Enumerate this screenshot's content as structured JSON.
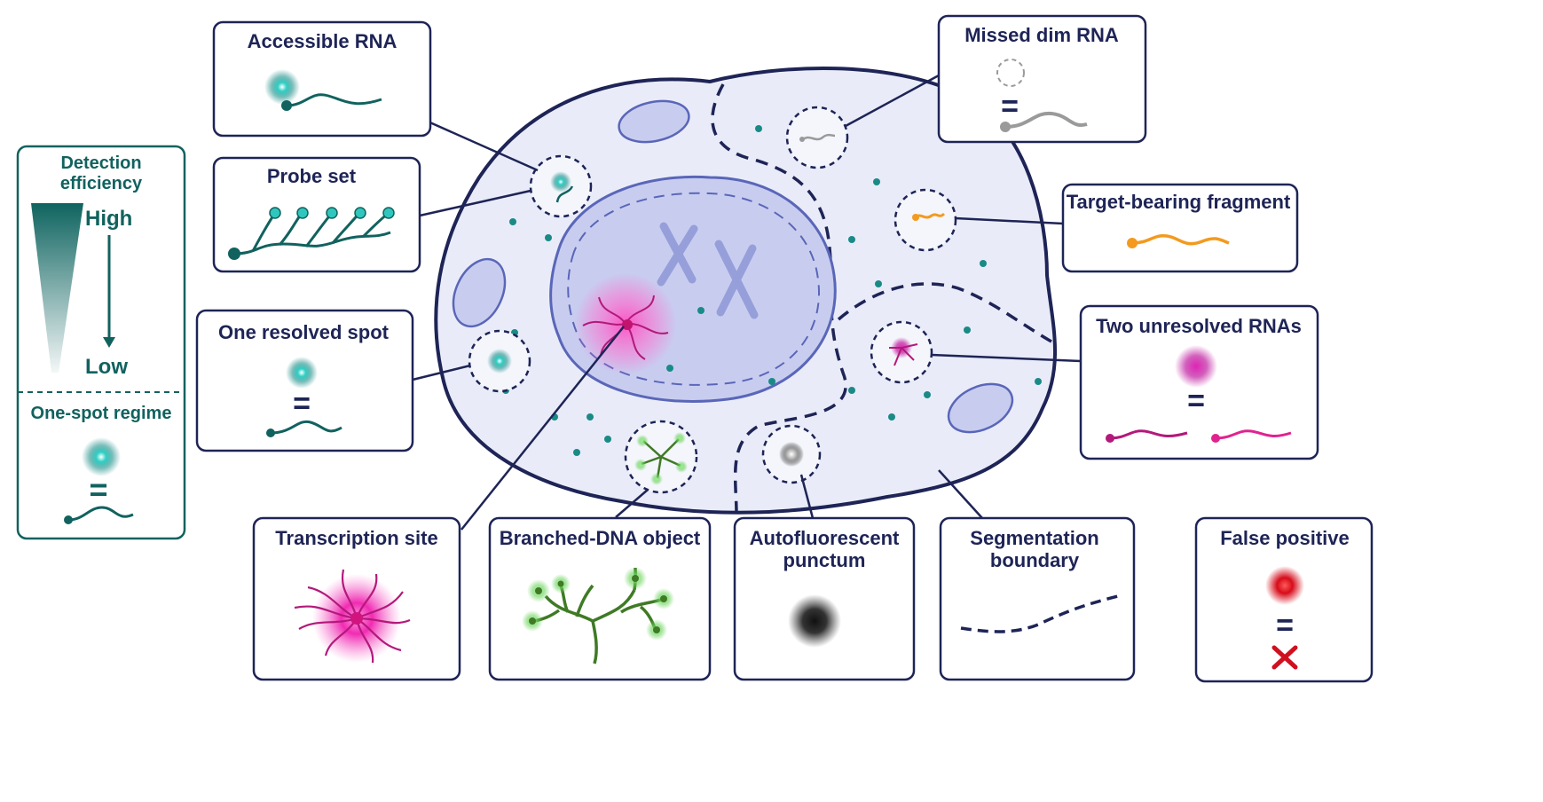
{
  "legend": {
    "title_line1": "Detection",
    "title_line2": "efficiency",
    "high_label": "High",
    "low_label": "Low",
    "regime_label": "One-spot regime",
    "equals": "="
  },
  "callouts": {
    "accessible_rna": "Accessible RNA",
    "probe_set": "Probe set",
    "one_resolved_spot": "One resolved spot",
    "missed_dim_rna": "Missed dim RNA",
    "target_fragment": "Target-bearing fragment",
    "two_unresolved": "Two unresolved RNAs",
    "transcription_site": "Transcription site",
    "branched_dna": "Branched-DNA object",
    "autofluorescent_line1": "Autofluorescent",
    "autofluorescent_line2": "punctum",
    "segmentation_line1": "Segmentation",
    "segmentation_line2": "boundary",
    "false_positive": "False positive",
    "equals": "="
  },
  "colors": {
    "navy": "#1e2456",
    "teal": "#11625f",
    "teal_glow": "#2fc7bd",
    "magenta": "#e0238f",
    "orange": "#f39a1f",
    "green": "#3f7a25",
    "red": "#d0101e",
    "grey": "#8a8a8a",
    "cell_fill": "#e9ecf8",
    "nucleus_fill": "#c8cdf0"
  },
  "icons": {
    "false_positive_mark": "red-x-icon"
  }
}
